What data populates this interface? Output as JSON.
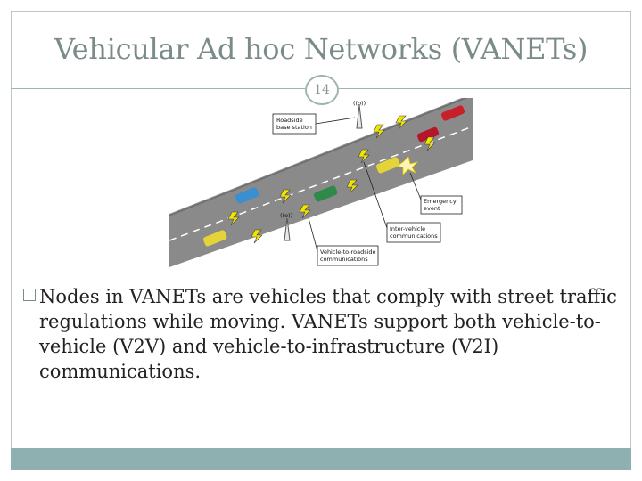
{
  "slide": {
    "title": "Vehicular Ad hoc Networks (VANETs)",
    "page_number": "14",
    "bullet_text": "Nodes in VANETs are vehicles that comply with street traffic regulations while moving. VANETs support both vehicle-to-vehicle (V2V) and vehicle-to-infrastructure (V2I) communications."
  },
  "figure": {
    "labels": {
      "roadside_line1": "Roadside",
      "roadside_line2": "base station",
      "emergency_line1": "Emergency",
      "emergency_line2": "event",
      "intervehicle_line1": "Inter-vehicle",
      "intervehicle_line2": "communications",
      "v2r_line1": "Vehicle-to-roadside",
      "v2r_line2": "communications"
    },
    "antenna_marks": [
      "((o))",
      "((o))"
    ]
  },
  "colors": {
    "title": "#7a8b8a",
    "accent": "#8fb0b0",
    "road": "#8a8a8a",
    "lightning": "#f2e600"
  }
}
